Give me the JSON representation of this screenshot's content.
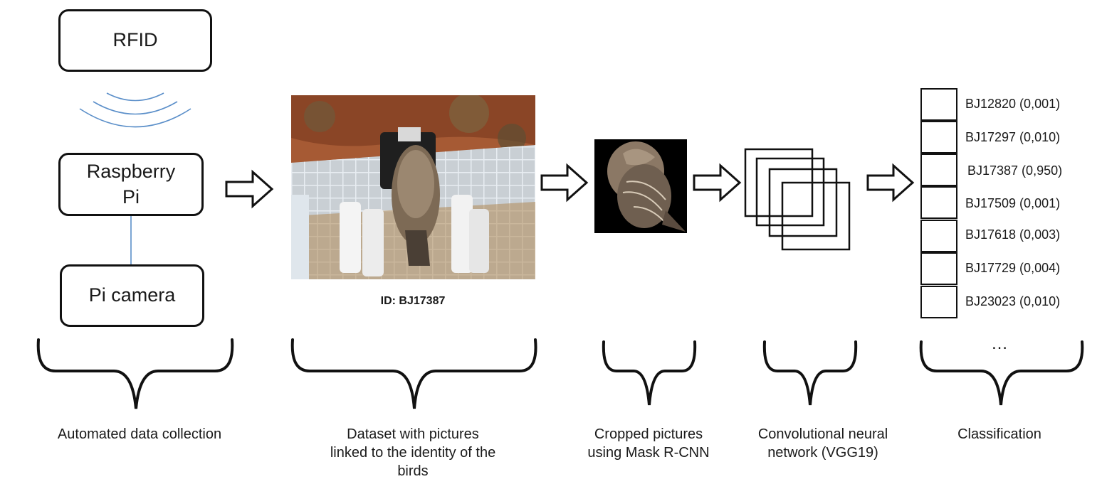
{
  "collection": {
    "rfid_label": "RFID",
    "raspberry_label": "Raspberry\nPi",
    "camera_label": "Pi camera",
    "caption": "Automated data collection"
  },
  "dataset": {
    "id_label": "ID: BJ17387",
    "caption": "Dataset with pictures\nlinked to the identity of the\nbirds"
  },
  "cropped": {
    "caption": "Cropped pictures\nusing Mask R-CNN"
  },
  "cnn": {
    "caption": "Convolutional neural\nnetwork (VGG19)"
  },
  "classification": {
    "caption": "Classification",
    "items": [
      {
        "label": "BJ12820 (0,001)"
      },
      {
        "label": "BJ17297 (0,010)"
      },
      {
        "label": "BJ17387 (0,950)"
      },
      {
        "label": "BJ17509 (0,001)"
      },
      {
        "label": "BJ17618 (0,003)"
      },
      {
        "label": "BJ17729 (0,004)"
      },
      {
        "label": "BJ23023 (0,010)"
      }
    ],
    "ellipsis": "…"
  },
  "colors": {
    "stroke": "#111111",
    "signal": "#5b8fc9",
    "ground": "#a0522d"
  }
}
